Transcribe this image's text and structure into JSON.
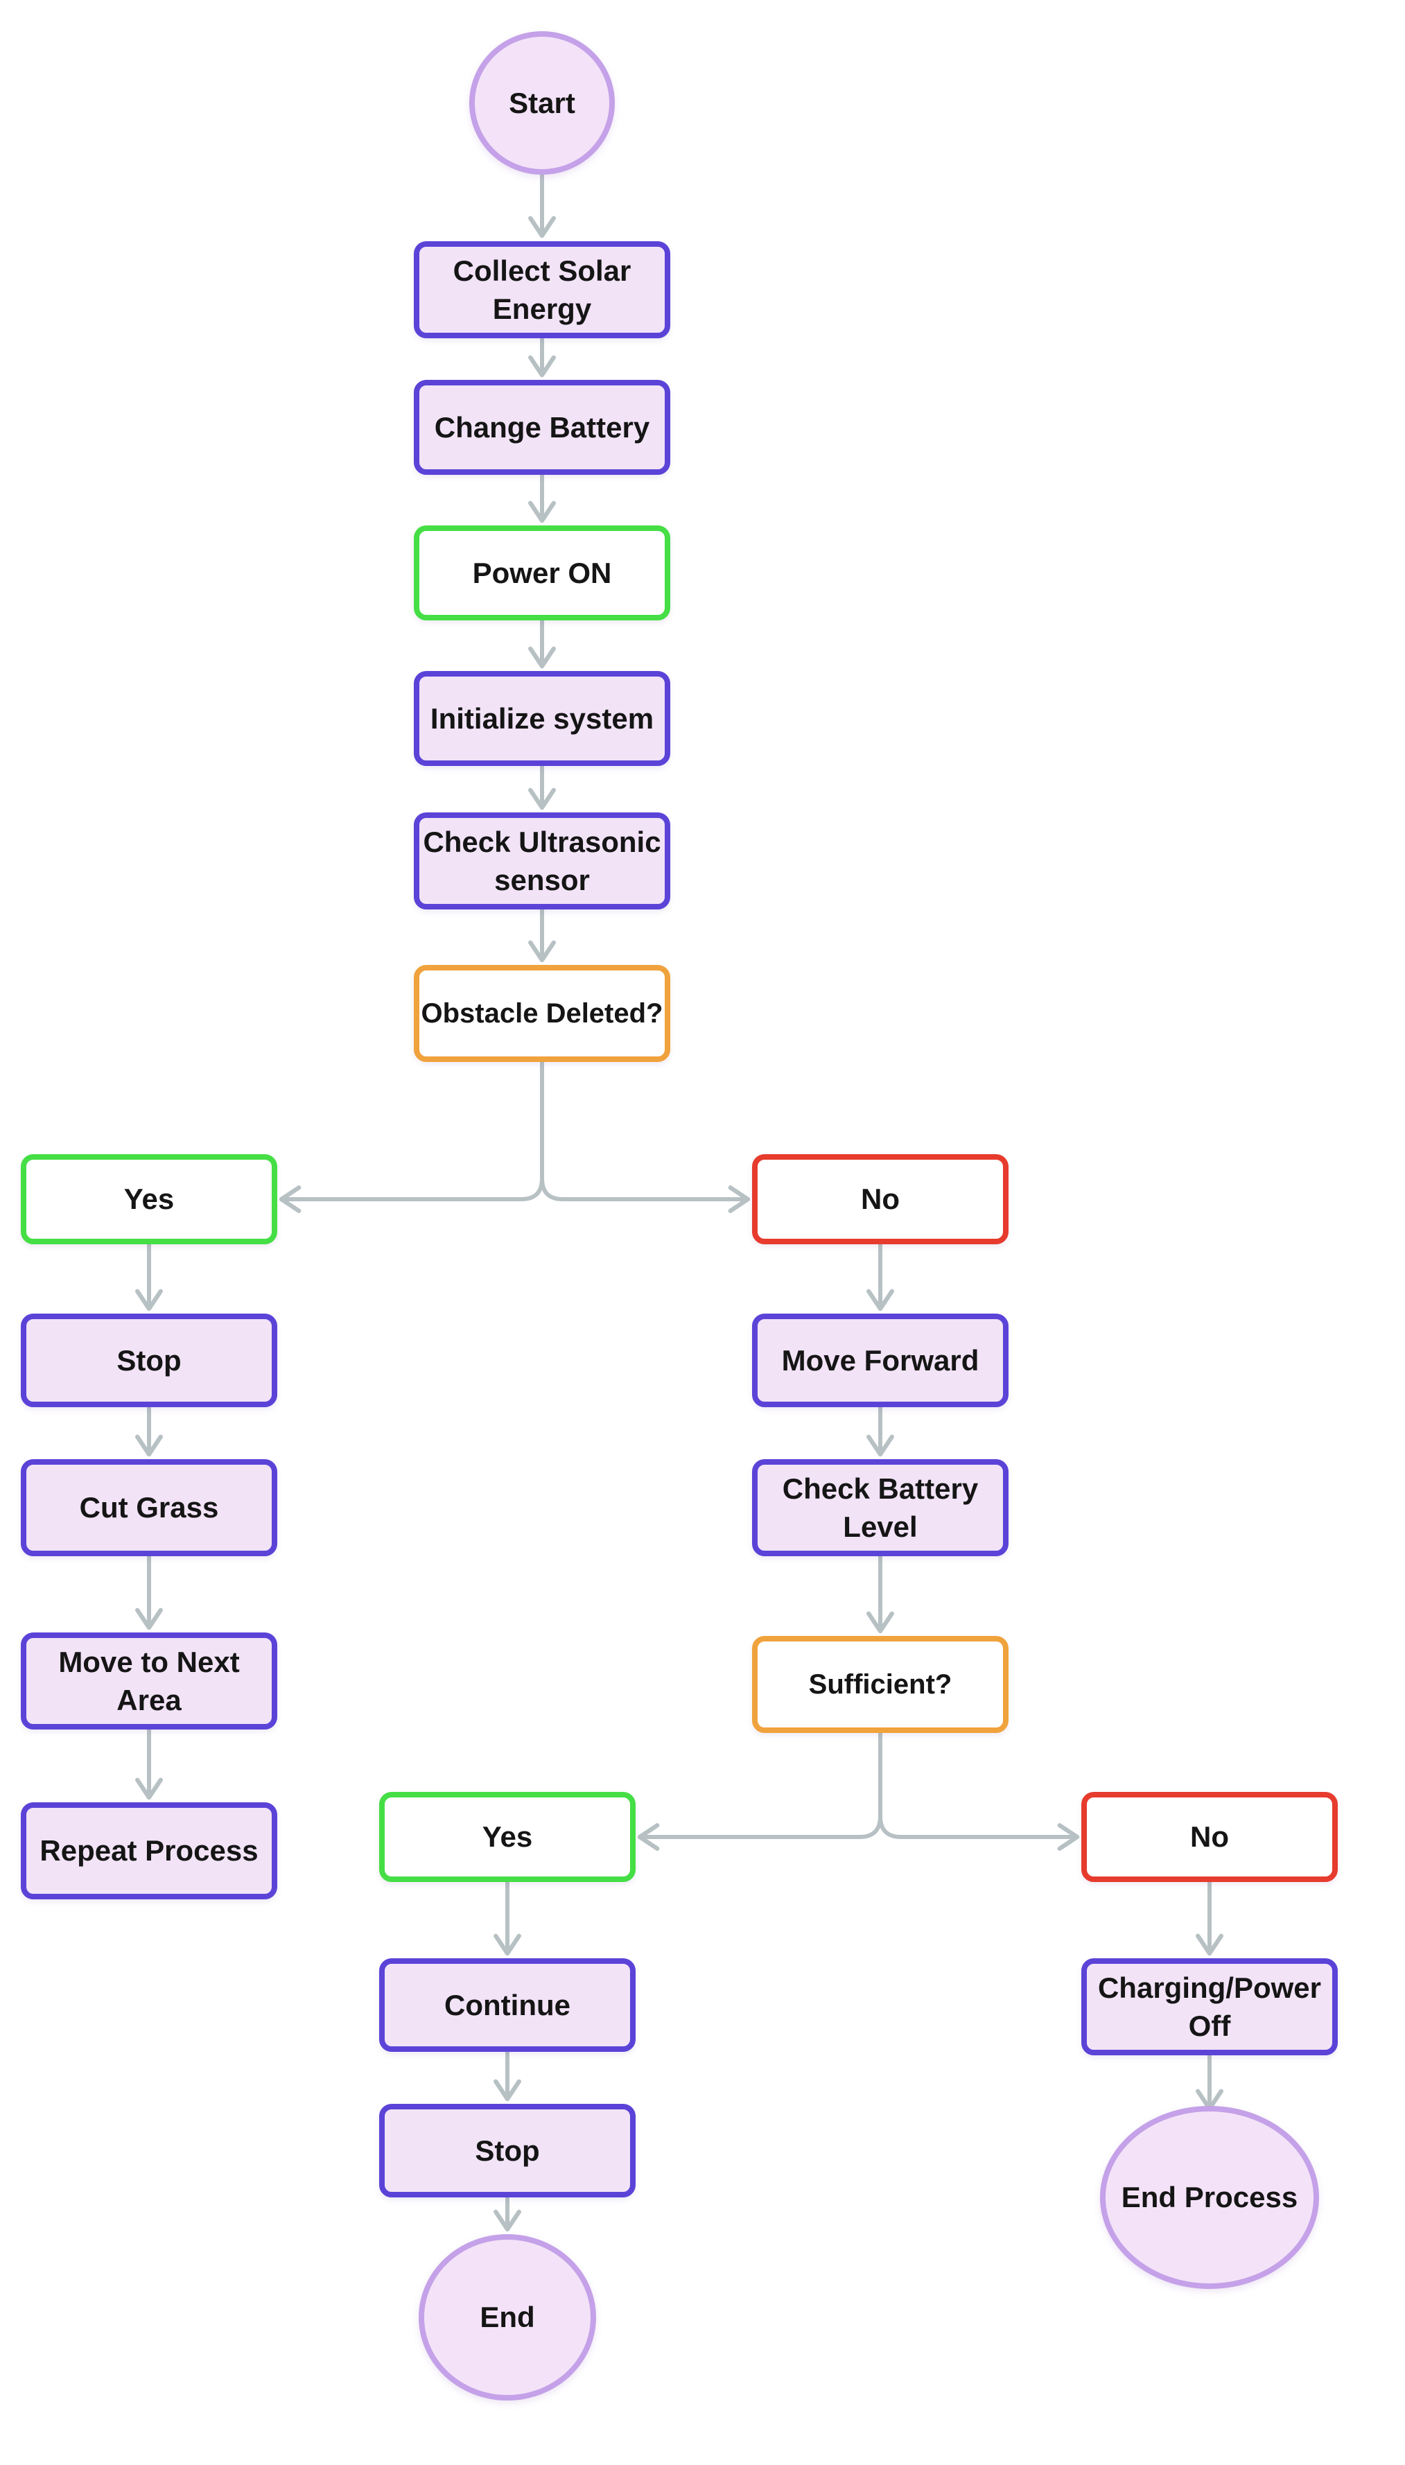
{
  "diagram": {
    "type": "flowchart",
    "colors": {
      "process_border": "#5b43d8",
      "process_fill": "#f2e3f7",
      "decision_border": "#f0a23c",
      "yes_border": "#45de45",
      "no_border": "#e63b2d",
      "terminal_border": "#c4a1e8",
      "terminal_fill": "#f4e3f8",
      "arrow": "#b7c1c4",
      "text": "#151515",
      "background": "#ffffff"
    },
    "nodes": {
      "start": {
        "label": "Start",
        "type": "terminal",
        "line1": "Start"
      },
      "collect_solar": {
        "label": "Collect Solar Energy",
        "type": "process",
        "line1": "Collect Solar",
        "line2": "Energy"
      },
      "change_battery": {
        "label": "Change Battery",
        "type": "process",
        "line1": "Change Battery"
      },
      "power_on": {
        "label": "Power ON",
        "type": "state",
        "line1": "Power ON"
      },
      "initialize_system": {
        "label": "Initialize system",
        "type": "process",
        "line1": "Initialize system"
      },
      "check_ultrasonic": {
        "label": "Check Ultrasonic sensor",
        "type": "process",
        "line1": "Check Ultrasonic",
        "line2": "sensor"
      },
      "obstacle_deleted": {
        "label": "Obstacle Deleted?",
        "type": "decision",
        "line1": "Obstacle Deleted?"
      },
      "yes1": {
        "label": "Yes",
        "type": "branch-yes",
        "line1": "Yes"
      },
      "no1": {
        "label": "No",
        "type": "branch-no",
        "line1": "No"
      },
      "stop1": {
        "label": "Stop",
        "type": "process",
        "line1": "Stop"
      },
      "move_forward": {
        "label": "Move Forward",
        "type": "process",
        "line1": "Move Forward"
      },
      "cut_grass": {
        "label": "Cut Grass",
        "type": "process",
        "line1": "Cut Grass"
      },
      "check_battery": {
        "label": "Check Battery Level",
        "type": "process",
        "line1": "Check Battery",
        "line2": "Level"
      },
      "move_next_area": {
        "label": "Move to Next Area",
        "type": "process",
        "line1": "Move to Next",
        "line2": "Area"
      },
      "sufficient": {
        "label": "Sufficient?",
        "type": "decision",
        "line1": "Sufficient?"
      },
      "repeat_process": {
        "label": "Repeat Process",
        "type": "process",
        "line1": "Repeat Process"
      },
      "yes2": {
        "label": "Yes",
        "type": "branch-yes",
        "line1": "Yes"
      },
      "no2": {
        "label": "No",
        "type": "branch-no",
        "line1": "No"
      },
      "continue_step": {
        "label": "Continue",
        "type": "process",
        "line1": "Continue"
      },
      "charging_power_off": {
        "label": "Charging/Power Off",
        "type": "process",
        "line1": "Charging/Power",
        "line2": "Off"
      },
      "stop2": {
        "label": "Stop",
        "type": "process",
        "line1": "Stop"
      },
      "end": {
        "label": "End",
        "type": "terminal",
        "line1": "End"
      },
      "end_process": {
        "label": "End Process",
        "type": "terminal",
        "line1": "End Process"
      }
    },
    "edges": [
      {
        "from": "start",
        "to": "collect_solar"
      },
      {
        "from": "collect_solar",
        "to": "change_battery"
      },
      {
        "from": "change_battery",
        "to": "power_on"
      },
      {
        "from": "power_on",
        "to": "initialize_system"
      },
      {
        "from": "initialize_system",
        "to": "check_ultrasonic"
      },
      {
        "from": "check_ultrasonic",
        "to": "obstacle_deleted"
      },
      {
        "from": "obstacle_deleted",
        "to": "yes1"
      },
      {
        "from": "obstacle_deleted",
        "to": "no1"
      },
      {
        "from": "yes1",
        "to": "stop1"
      },
      {
        "from": "stop1",
        "to": "cut_grass"
      },
      {
        "from": "cut_grass",
        "to": "move_next_area"
      },
      {
        "from": "move_next_area",
        "to": "repeat_process"
      },
      {
        "from": "no1",
        "to": "move_forward"
      },
      {
        "from": "move_forward",
        "to": "check_battery"
      },
      {
        "from": "check_battery",
        "to": "sufficient"
      },
      {
        "from": "sufficient",
        "to": "yes2"
      },
      {
        "from": "sufficient",
        "to": "no2"
      },
      {
        "from": "yes2",
        "to": "continue_step"
      },
      {
        "from": "continue_step",
        "to": "stop2"
      },
      {
        "from": "stop2",
        "to": "end"
      },
      {
        "from": "no2",
        "to": "charging_power_off"
      },
      {
        "from": "charging_power_off",
        "to": "end_process"
      }
    ]
  }
}
